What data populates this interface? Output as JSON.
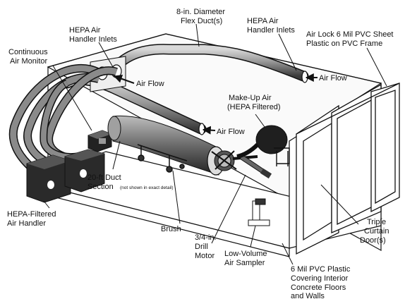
{
  "labels": {
    "flex_duct": [
      "8-in. Diameter",
      "Flex Duct(s)"
    ],
    "hepa_inlets_left": [
      "HEPA Air",
      "Handler Inlets"
    ],
    "hepa_inlets_right": [
      "HEPA Air",
      "Handler Inlets"
    ],
    "continuous_monitor": [
      "Continuous",
      "Air Monitor"
    ],
    "air_lock": [
      "Air Lock 6 Mil PVC Sheet",
      "Plastic on PVC Frame"
    ],
    "air_flow_1": "Air Flow",
    "air_flow_2": "Air Flow",
    "air_flow_3": "Air Flow",
    "makeup_air": [
      "Make-Up Air",
      "(HEPA Filtered)"
    ],
    "duct_section": [
      "20-ft Duct",
      "Section"
    ],
    "duct_section_note": "(not shown in exact detail)",
    "hepa_handler": [
      "HEPA-Filtered",
      "Air Handler"
    ],
    "brush": "Brush",
    "drill_motor": [
      "3/4-in.",
      "Drill",
      "Motor"
    ],
    "air_sampler": [
      "Low-Volume",
      "Air Sampler"
    ],
    "curtain_doors": [
      "Triple",
      "Curtain",
      "Door(s)"
    ],
    "pvc_covering": [
      "6 Mil PVC Plastic",
      "Covering Interior",
      "Concrete Floors",
      "and Walls"
    ]
  },
  "colors": {
    "ink": "#111111",
    "duct_fill": "#8c8c8c",
    "duct_dark": "#3a3a3a",
    "handler_fill": "#2a2a2a",
    "enclosure": "#ffffff"
  }
}
